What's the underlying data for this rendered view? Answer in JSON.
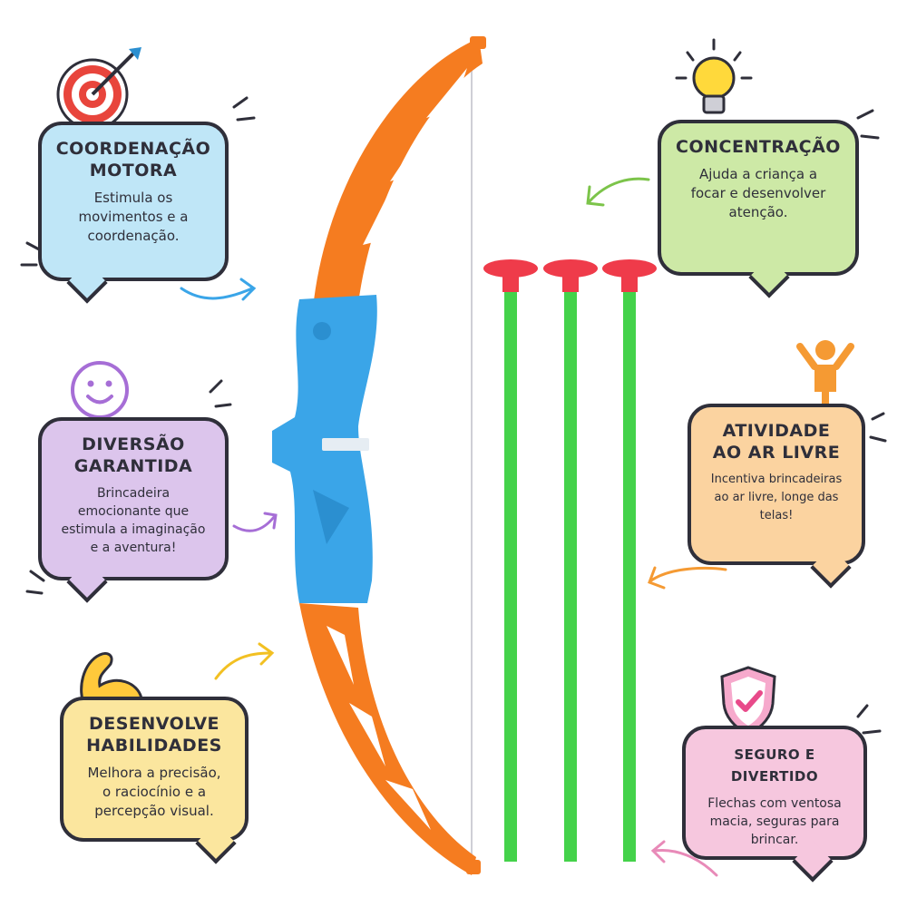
{
  "cards": {
    "coordenacao": {
      "title_line1": "COORDENAÇÃO",
      "title_line2": "MOTORA",
      "desc_line1": "Estimula os",
      "desc_line2": "movimentos e a",
      "desc_line3": "coordenação.",
      "color": "#bfe6f7"
    },
    "concentracao": {
      "title_line1": "CONCENTRAÇÃO",
      "desc_line1": "Ajuda a criança a",
      "desc_line2": "focar e desenvolver",
      "desc_line3": "atenção.",
      "color": "#cde9a6"
    },
    "diversao": {
      "title_line1": "DIVERSÃO",
      "title_line2": "GARANTIDA",
      "desc_line1": "Brincadeira",
      "desc_line2": "emocionante que",
      "desc_line3": "estimula a imaginação",
      "desc_line4": "e a aventura!",
      "color": "#dcc5ec"
    },
    "atividade": {
      "title_line1": "ATIVIDADE",
      "title_line2": "AO AR LIVRE",
      "desc_line1": "Incentiva brincadeiras",
      "desc_line2": "ao ar livre, longe das",
      "desc_line3": "telas!",
      "color": "#fbd3a0"
    },
    "desenvolve": {
      "title_line1": "DESENVOLVE",
      "title_line2": "HABILIDADES",
      "desc_line1": "Melhora a precisão,",
      "desc_line2": "o raciocínio e a",
      "desc_line3": "percepção visual.",
      "color": "#fbe69e"
    },
    "seguro": {
      "title_line1": "SEGURO E DIVERTIDO",
      "desc_line1": "Flechas com ventosa",
      "desc_line2": "macia, seguras para",
      "desc_line3": "brincar.",
      "color": "#f6c7de"
    }
  },
  "icons": {
    "target": "target-icon",
    "lightbulb": "lightbulb-icon",
    "smiley": "smiley-icon",
    "person": "person-icon",
    "muscle": "muscle-icon",
    "shield": "shield-check-icon"
  },
  "colors": {
    "bow_orange": "#f57c20",
    "bow_blue": "#3aa5e8",
    "arrow_green": "#44d24a",
    "suction_red": "#ef3b4a",
    "arrow_line": "#2f2f3a"
  }
}
